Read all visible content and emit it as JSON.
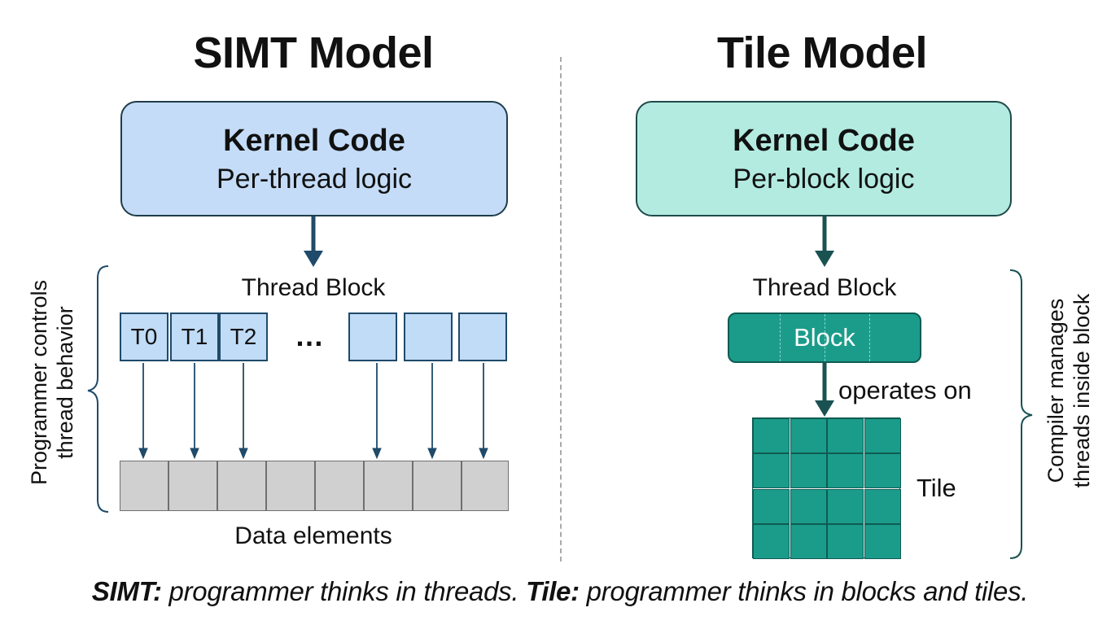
{
  "left": {
    "title": "SIMT Model",
    "kernel_title": "Kernel Code",
    "kernel_subtitle": "Per-thread logic",
    "block_label": "Thread Block",
    "threads": [
      "T0",
      "T1",
      "T2"
    ],
    "ellipsis": "…",
    "data_label": "Data elements",
    "side_note_line1": "Programmer controls",
    "side_note_line2": "thread behavior"
  },
  "right": {
    "title": "Tile Model",
    "kernel_title": "Kernel Code",
    "kernel_subtitle": "Per-block logic",
    "block_label": "Thread Block",
    "block_text": "Block",
    "operates_label": "operates on",
    "tile_label": "Tile",
    "side_note_line1": "Compiler manages",
    "side_note_line2": "threads inside block"
  },
  "caption": {
    "simt_label": "SIMT:",
    "simt_text": " programmer thinks in threads. ",
    "tile_label": "Tile:",
    "tile_text": " programmer thinks in blocks and tiles."
  },
  "colors": {
    "simt_box": "#c4dcf7",
    "tile_box": "#b3ebe1",
    "tile_fill": "#1b9c8b",
    "arrow": "#1f4a6a"
  },
  "tile_grid": {
    "rows": 4,
    "cols": 4
  },
  "data_cells": 8
}
